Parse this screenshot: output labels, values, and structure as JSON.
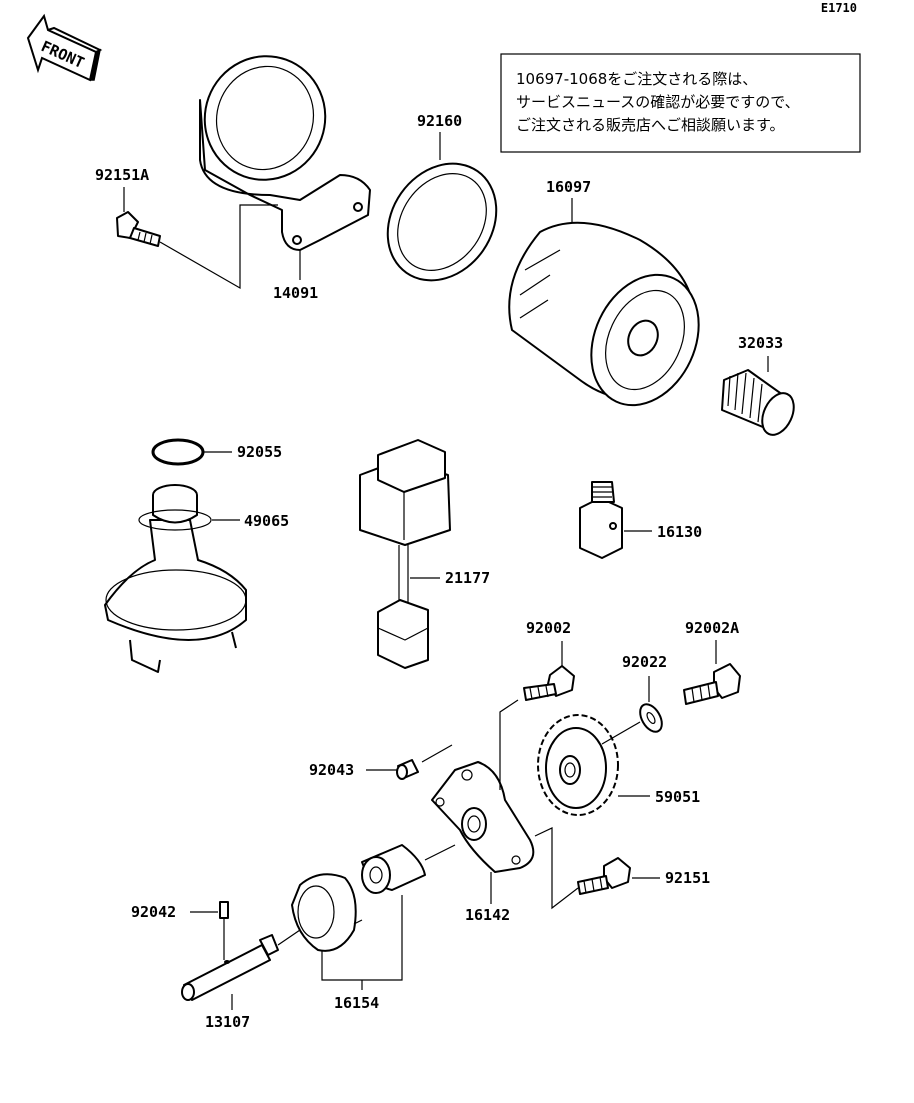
{
  "sheet_id": "E1710",
  "front_label": "FRONT",
  "note": {
    "lines": [
      "10697-1068をご注文される際は、",
      "サービスニュースの確認が必要ですので、",
      "ご注文される販売店へご相談願います。"
    ]
  },
  "parts": [
    {
      "id": "p92151A",
      "label": "92151A"
    },
    {
      "id": "p14091",
      "label": "14091"
    },
    {
      "id": "p92160",
      "label": "92160"
    },
    {
      "id": "p16097",
      "label": "16097"
    },
    {
      "id": "p32033",
      "label": "32033"
    },
    {
      "id": "p92055",
      "label": "92055"
    },
    {
      "id": "p49065",
      "label": "49065"
    },
    {
      "id": "p21177",
      "label": "21177"
    },
    {
      "id": "p16130",
      "label": "16130"
    },
    {
      "id": "p92002",
      "label": "92002"
    },
    {
      "id": "p92002A",
      "label": "92002A"
    },
    {
      "id": "p92022",
      "label": "92022"
    },
    {
      "id": "p92043",
      "label": "92043"
    },
    {
      "id": "p59051",
      "label": "59051"
    },
    {
      "id": "p92151",
      "label": "92151"
    },
    {
      "id": "p16142",
      "label": "16142"
    },
    {
      "id": "p92042",
      "label": "92042"
    },
    {
      "id": "p16154",
      "label": "16154"
    },
    {
      "id": "p13107",
      "label": "13107"
    }
  ]
}
